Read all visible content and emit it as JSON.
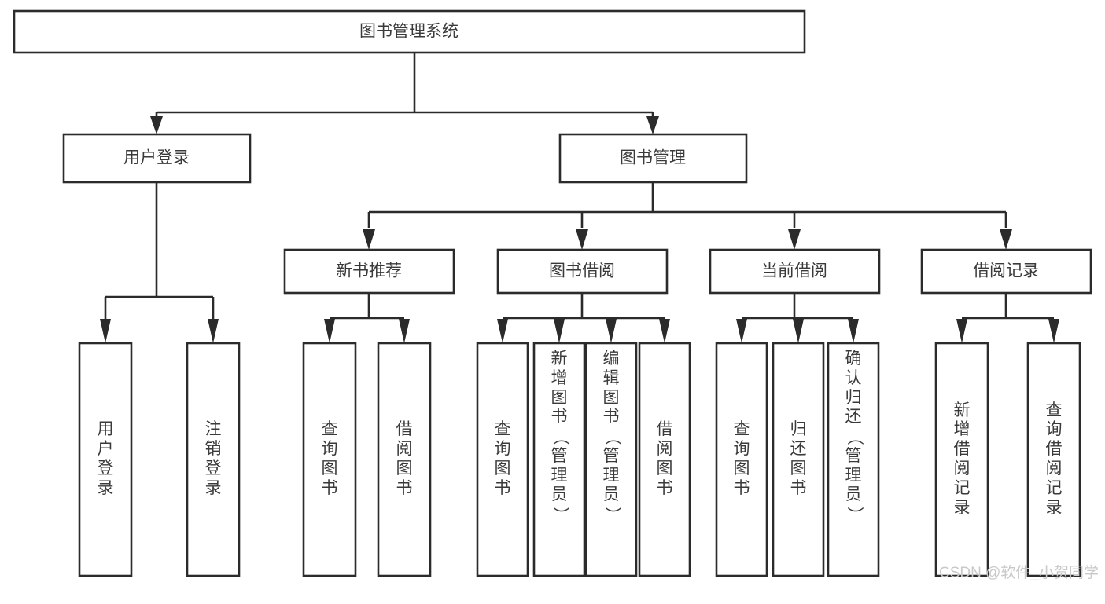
{
  "diagram": {
    "type": "tree",
    "title": "图书管理系统",
    "watermark": "CSDN @软件_小贺同学",
    "root": {
      "id": "root",
      "label": "图书管理系统"
    },
    "level1": [
      {
        "id": "user-login",
        "label": "用户登录"
      },
      {
        "id": "book-manage",
        "label": "图书管理"
      }
    ],
    "level2": [
      {
        "id": "new-book-rec",
        "label": "新书推荐",
        "parent": "book-manage"
      },
      {
        "id": "book-borrow",
        "label": "图书借阅",
        "parent": "book-manage"
      },
      {
        "id": "current-borrow",
        "label": "当前借阅",
        "parent": "book-manage"
      },
      {
        "id": "borrow-record",
        "label": "借阅记录",
        "parent": "book-manage"
      }
    ],
    "leaves": [
      {
        "id": "leaf-user-login",
        "label": "用户登录",
        "parent": "user-login"
      },
      {
        "id": "leaf-logout",
        "label": "注销登录",
        "parent": "user-login"
      },
      {
        "id": "leaf-query-book-1",
        "label": "查询图书",
        "parent": "new-book-rec"
      },
      {
        "id": "leaf-borrow-book-1",
        "label": "借阅图书",
        "parent": "new-book-rec"
      },
      {
        "id": "leaf-query-book-2",
        "label": "查询图书",
        "parent": "book-borrow"
      },
      {
        "id": "leaf-add-book",
        "label": "新增图书（管理员）",
        "parent": "book-borrow"
      },
      {
        "id": "leaf-edit-book",
        "label": "编辑图书（管理员）",
        "parent": "book-borrow"
      },
      {
        "id": "leaf-borrow-book-2",
        "label": "借阅图书",
        "parent": "book-borrow"
      },
      {
        "id": "leaf-query-book-3",
        "label": "查询图书",
        "parent": "current-borrow"
      },
      {
        "id": "leaf-return-book",
        "label": "归还图书",
        "parent": "current-borrow"
      },
      {
        "id": "leaf-confirm-return",
        "label": "确认归还（管理员）",
        "parent": "current-borrow"
      },
      {
        "id": "leaf-add-record",
        "label": "新增借阅记录",
        "parent": "borrow-record"
      },
      {
        "id": "leaf-query-record",
        "label": "查询借阅记录",
        "parent": "borrow-record"
      }
    ],
    "colors": {
      "stroke": "#2b2b2b",
      "fill": "#ffffff",
      "text": "#3a3a3a",
      "watermark": "#c9c9c9"
    }
  }
}
